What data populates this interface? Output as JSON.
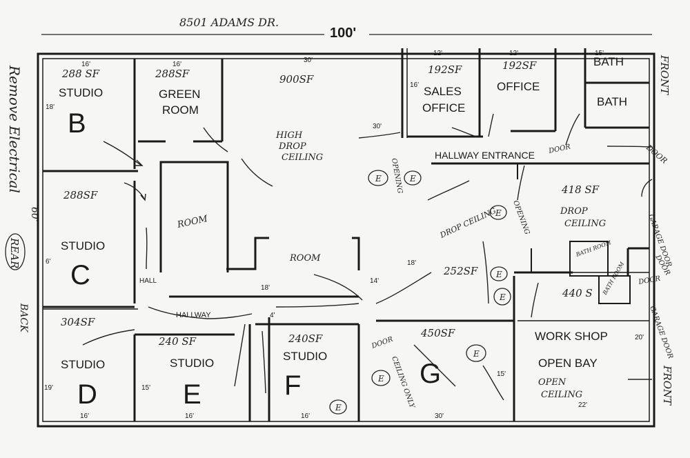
{
  "header": {
    "address": "8501 ADAMS DR.",
    "overall_width": "100'"
  },
  "side_notes": {
    "left": "Remove Electrical",
    "rear": "REAR",
    "back": "BACK",
    "front_top": "FRONT",
    "front_bottom": "FRONT",
    "left_dim": "60'"
  },
  "rooms": {
    "studio_b": {
      "label": "STUDIO",
      "letter": "B",
      "area": "288 SF",
      "width": "16'",
      "depth": "18'"
    },
    "green_room": {
      "label_1": "GREEN",
      "label_2": "ROOM",
      "area": "288SF",
      "width": "16'"
    },
    "big_room": {
      "area": "900SF",
      "width": "30'",
      "depth": "30'",
      "note_1": "HIGH",
      "note_2": "DROP",
      "note_3": "CEILING"
    },
    "sales_office": {
      "label_1": "SALES",
      "label_2": "OFFICE",
      "area": "192SF",
      "width": "12'",
      "depth": "16'"
    },
    "office": {
      "label": "OFFICE",
      "area": "192SF",
      "width": "12'"
    },
    "bath_1": {
      "label": "BATH",
      "width": "15'"
    },
    "bath_2": {
      "label": "BATH"
    },
    "studio_c": {
      "label": "STUDIO",
      "letter": "C",
      "area": "288SF",
      "depth": "6'"
    },
    "room_1": {
      "label": "ROOM"
    },
    "room_2": {
      "label": "ROOM",
      "width": "18'"
    },
    "studio_d": {
      "label": "STUDIO",
      "letter": "D",
      "area": "304SF",
      "width": "16'",
      "depth": "19'"
    },
    "studio_e": {
      "label": "STUDIO",
      "letter": "E",
      "area": "240 SF",
      "width": "16'",
      "depth": "15'"
    },
    "studio_f": {
      "label": "STUDIO",
      "letter": "F",
      "area": "240SF",
      "width": "16'"
    },
    "room_g": {
      "letter": "G",
      "area": "450SF",
      "width": "30'",
      "depth": "15'"
    },
    "hall_area": {
      "area": "252SF",
      "width": "18'",
      "depth": "14'"
    },
    "drop_area": {
      "area": "418 SF",
      "note_1": "DROP",
      "note_2": "CEILING"
    },
    "bath_small_1": {
      "label": "BATH ROOM"
    },
    "bath_small_2": {
      "label": "BATH ROOM"
    },
    "area_440": {
      "area": "440 S"
    },
    "workshop": {
      "label_1": "WORK SHOP",
      "label_2": "OPEN BAY",
      "note_1": "OPEN",
      "note_2": "CEILING",
      "width": "22'"
    }
  },
  "labels": {
    "hallway_entrance": "HALLWAY ENTRANCE",
    "hall": "HALL",
    "hallway": "HALLWAY",
    "hallway_dim": "4'",
    "door_1": "DOOR",
    "door_2": "DOOR",
    "door_3": "DOOR",
    "door_4": "DOOR",
    "door_5": "DOOR",
    "garage_door_1": "GARAGE DOOR",
    "garage_door_2": "GARAGE DOOR",
    "opening_1": "OPENING",
    "opening_2": "OPENING",
    "drop_ceiling": "DROP CEILING",
    "ceiling_only": "CEILING ONLY",
    "workshop_dim": "20'"
  },
  "markers": {
    "m1": "E",
    "m2": "E",
    "m3": "E",
    "m4": "E",
    "m5": "E",
    "m6": "E",
    "m7": "E",
    "m8": "E"
  }
}
